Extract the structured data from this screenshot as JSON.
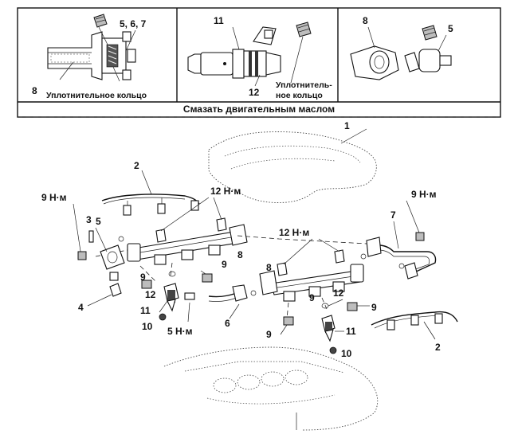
{
  "panels": {
    "left": {
      "labels": {
        "n567": "5, 6, 7",
        "n8": "8",
        "seal": "Уплотнительное кольцо"
      }
    },
    "middle": {
      "labels": {
        "n11": "11",
        "n12": "12",
        "seal_line1": "Уплотнитель-",
        "seal_line2": "ное кольцо"
      }
    },
    "right": {
      "labels": {
        "n8": "8",
        "n5": "5"
      }
    },
    "footer": "Смазать двигательным маслом"
  },
  "main": {
    "labels": {
      "n1": "1",
      "n2_top": "2",
      "torque_9_left": "9 Н·м",
      "torque_12_top": "12 Н·м",
      "torque_9_right": "9 Н·м",
      "n3": "3",
      "n5_left": "5",
      "torque_12_mid": "12 Н·м",
      "n7": "7",
      "n8_left": "8",
      "n9_a": "9",
      "n9_b": "9",
      "n8_right": "8",
      "n12_left": "12",
      "n4": "4",
      "n11_left": "11",
      "n10_left": "10",
      "n9_c": "9",
      "n12_right": "12",
      "torque_5": "5 Н·м",
      "n6": "6",
      "n9_d": "9",
      "n9_e": "9",
      "n11_right": "11",
      "n2_bottom": "2",
      "n10_right": "10"
    }
  }
}
